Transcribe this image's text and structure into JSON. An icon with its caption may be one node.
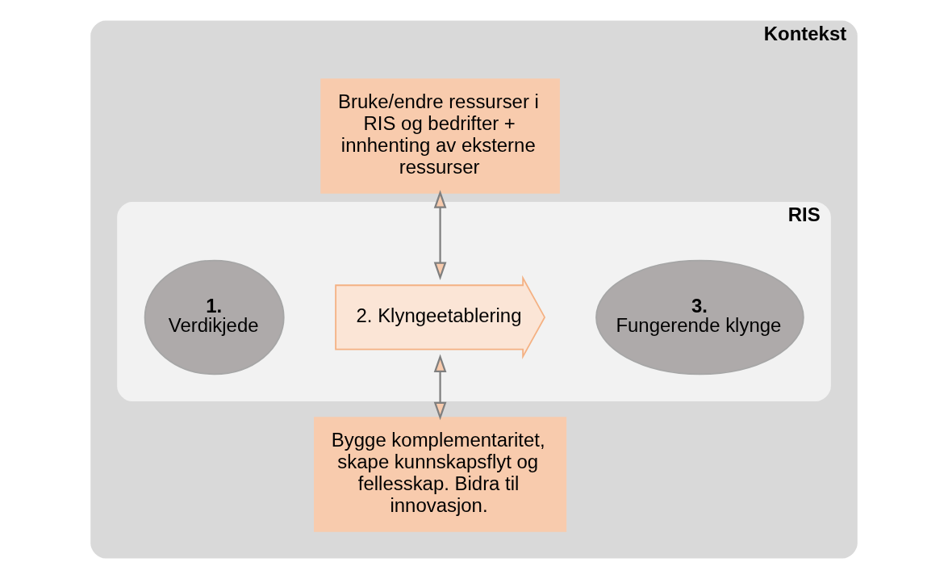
{
  "diagram": {
    "nodes": [
      {
        "text": [
          "Kontekst"
        ]
      },
      {
        "text": [
          "Bruke/endre ressurser i RIS og bedrifter + innhenting av eksterne ressurser"
        ],
        "in": 0
      },
      {
        "text": [
          "RIS"
        ],
        "in": 0
      },
      {
        "text": [
          "1.",
          "Verdikjede"
        ],
        "in": 2
      },
      {
        "text": [
          "2. Klyngeetablering"
        ],
        "in": 2
      },
      {
        "text": [
          "3.",
          "Fungerende klynge"
        ],
        "in": 2
      },
      {
        "text": [
          "Bygge komplementaritet, skape kunnskapsflyt og fellesskap. Bidra til innovasjon."
        ],
        "in": 0
      }
    ],
    "edges": [
      {
        "from": 1,
        "to": 4,
        "arrow": "both"
      },
      {
        "from": 4,
        "to": 6,
        "arrow": "both"
      }
    ]
  }
}
